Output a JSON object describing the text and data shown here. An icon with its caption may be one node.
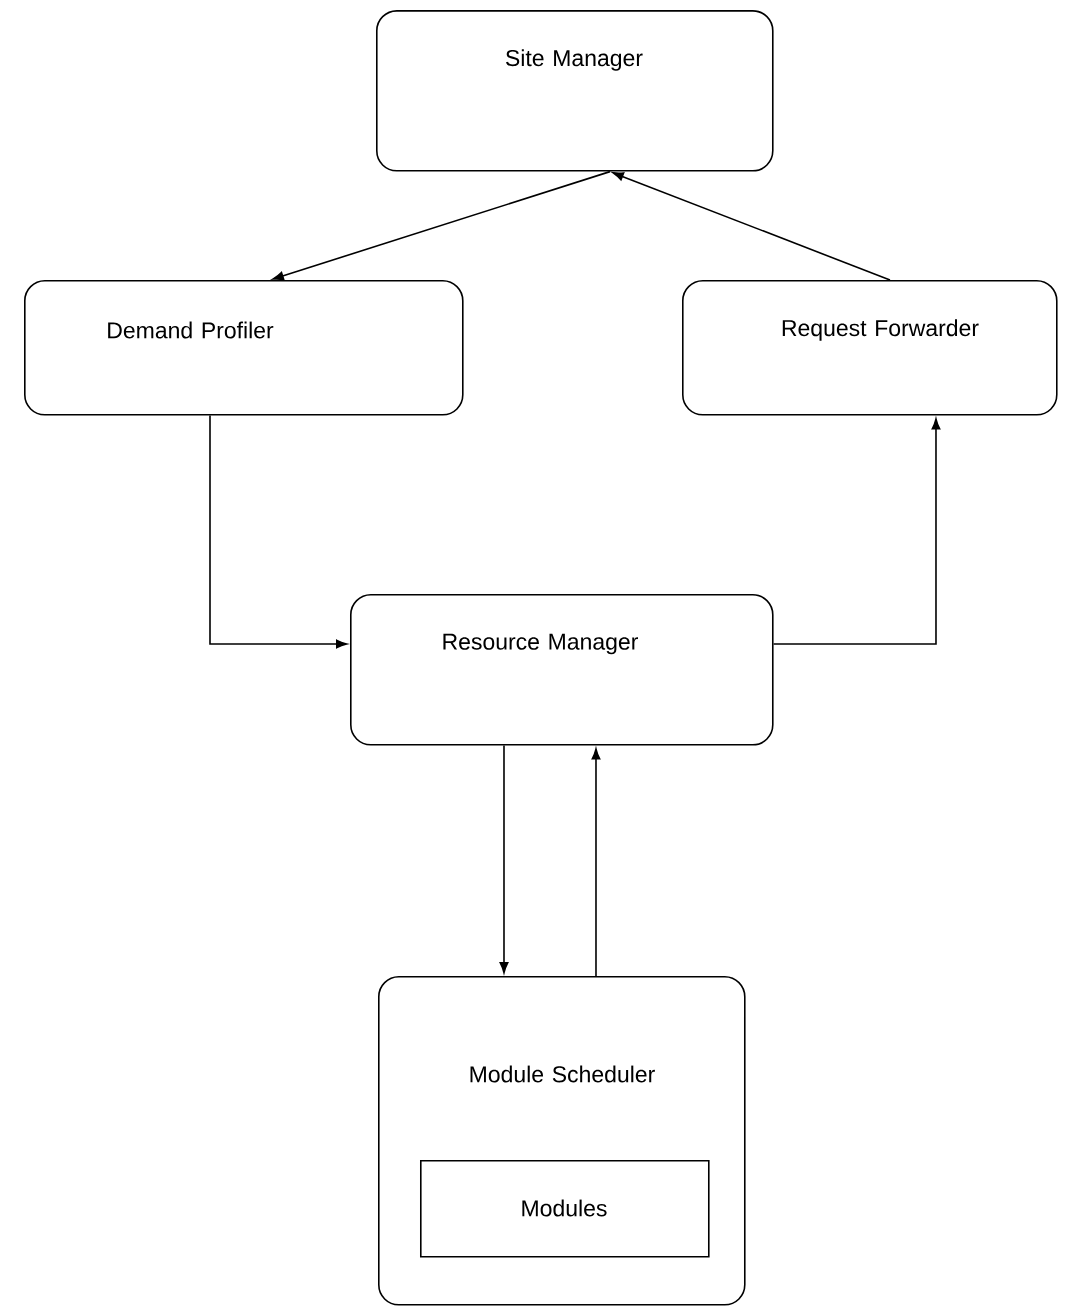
{
  "diagram": {
    "nodes": [
      {
        "text": [
          "Site Manager"
        ]
      },
      {
        "text": [
          "Demand Profiler"
        ]
      },
      {
        "text": [
          "Request Forwarder"
        ]
      },
      {
        "text": [
          "Resource Manager"
        ]
      },
      {
        "text": [
          "Module Scheduler"
        ]
      },
      {
        "text": [
          "Modules"
        ],
        "in": 4
      }
    ],
    "edges": [
      {
        "from": 0,
        "to": 1,
        "arrow": "to"
      },
      {
        "from": 2,
        "to": 0,
        "arrow": "to"
      },
      {
        "from": 1,
        "to": 3,
        "arrow": "to"
      },
      {
        "from": 3,
        "to": 2,
        "arrow": "to"
      },
      {
        "from": 3,
        "to": 4,
        "arrow": "to"
      },
      {
        "from": 4,
        "to": 3,
        "arrow": "to"
      }
    ]
  }
}
